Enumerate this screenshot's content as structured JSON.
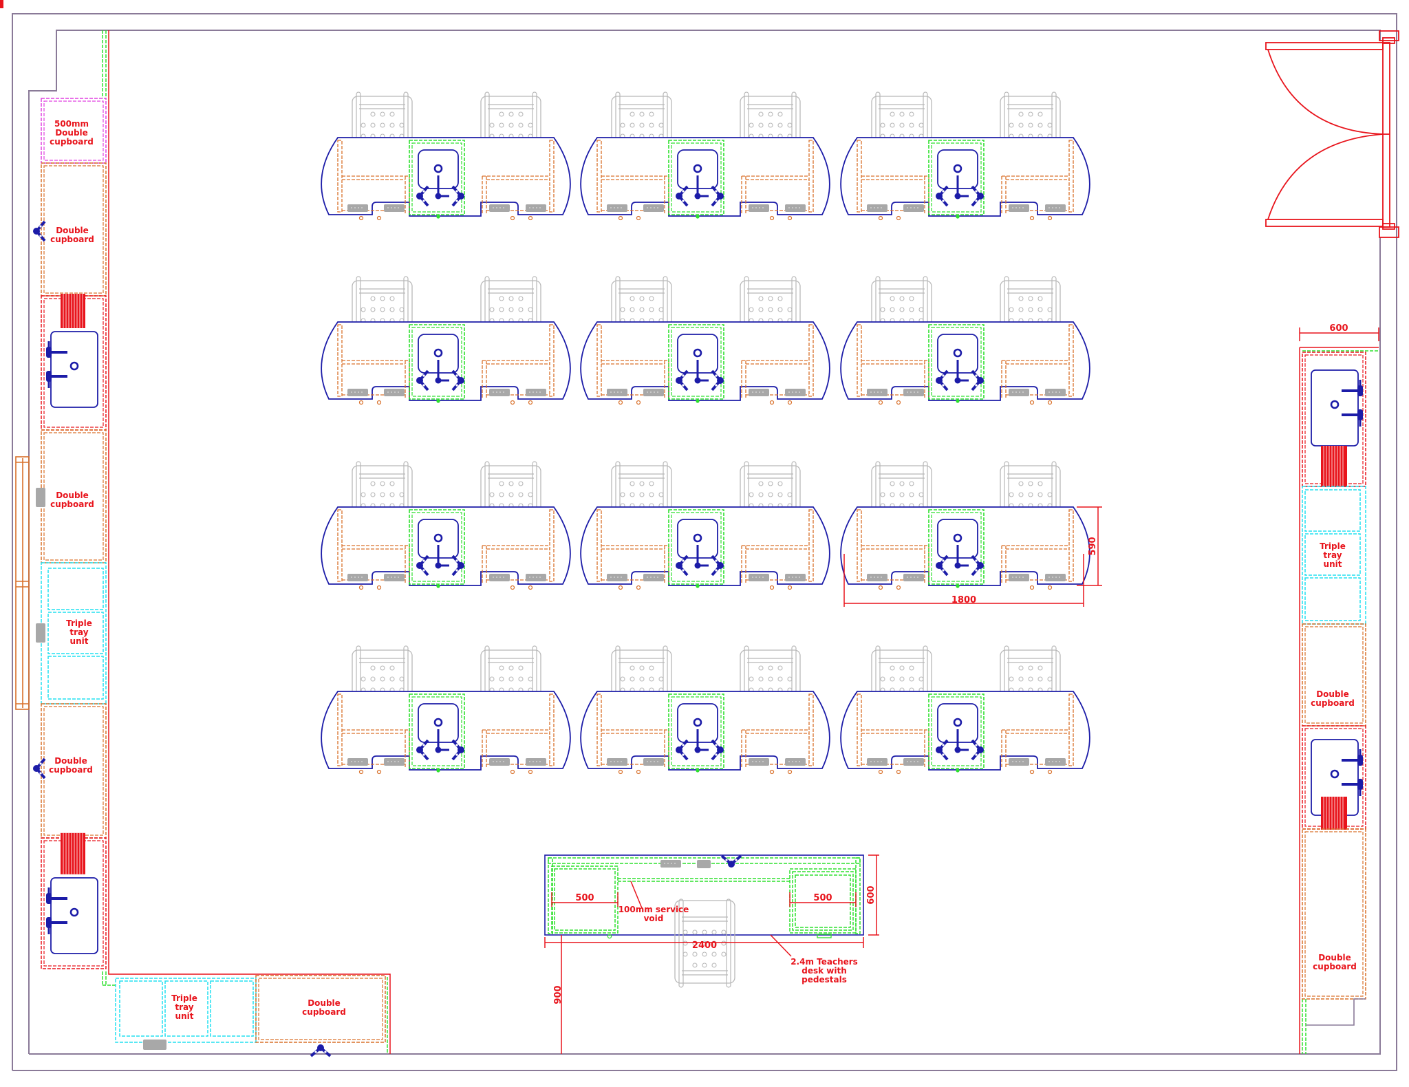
{
  "drawing": {
    "type": "Science laboratory floor plan",
    "colors": {
      "wall": "#8a7a98",
      "label": "#e8141c",
      "bench_top": "#1c1ca8",
      "carcass": "#d9702a",
      "service_void": "#2ee02e",
      "tray_unit": "#22e0f0",
      "sink_unit": "#e8141c",
      "cupboard_500": "#e040e0",
      "chair": "#b8b8b8",
      "socket": "#a0a0a0",
      "door": "#e8141c",
      "dimension": "#e8141c"
    }
  },
  "student_benches": {
    "columns_x": [
      473,
      850,
      1228
    ],
    "rows_y": [
      200,
      468,
      737,
      1005
    ],
    "label_count": 12,
    "each": {
      "seats": 2,
      "has_central_sink": true,
      "gas_taps": 2,
      "sockets": 4
    }
  },
  "dimensions": {
    "bench_length": "1800",
    "bench_depth": "590",
    "right_run_width": "600",
    "teacher_desk_length": "2400",
    "teacher_desk_depth": "600",
    "pedestal_left": "500",
    "pedestal_right": "500",
    "clearance": "900"
  },
  "teacher_desk": {
    "callout": [
      "2.4m Teachers",
      "desk with",
      "pedestals"
    ],
    "service_void_note": [
      "100mm service",
      "void"
    ]
  },
  "left_wall_units": [
    {
      "type": "cupboard_500",
      "label": [
        "500mm",
        "Double",
        "cupboard"
      ]
    },
    {
      "type": "cupboard",
      "label": [
        "Double",
        "cupboard"
      ]
    },
    {
      "type": "sink",
      "label": []
    },
    {
      "type": "cupboard",
      "label": [
        "Double",
        "cupboard"
      ]
    },
    {
      "type": "tray",
      "label": [
        "Triple",
        "tray",
        "unit"
      ]
    },
    {
      "type": "cupboard",
      "label": [
        "Double",
        "cupboard"
      ]
    },
    {
      "type": "sink",
      "label": []
    }
  ],
  "bottom_wall_units": [
    {
      "type": "tray",
      "label": [
        "Triple",
        "tray",
        "unit"
      ]
    },
    {
      "type": "cupboard",
      "label": [
        "Double",
        "cupboard"
      ]
    }
  ],
  "right_wall_units": [
    {
      "type": "sink",
      "label": []
    },
    {
      "type": "tray",
      "label": [
        "Triple",
        "tray",
        "unit"
      ]
    },
    {
      "type": "cupboard",
      "label": [
        "Double",
        "cupboard"
      ]
    },
    {
      "type": "sink",
      "label": []
    },
    {
      "type": "cupboard",
      "label": [
        "Double",
        "cupboard"
      ]
    }
  ],
  "door": {
    "type": "double-swing",
    "wall": "right"
  }
}
